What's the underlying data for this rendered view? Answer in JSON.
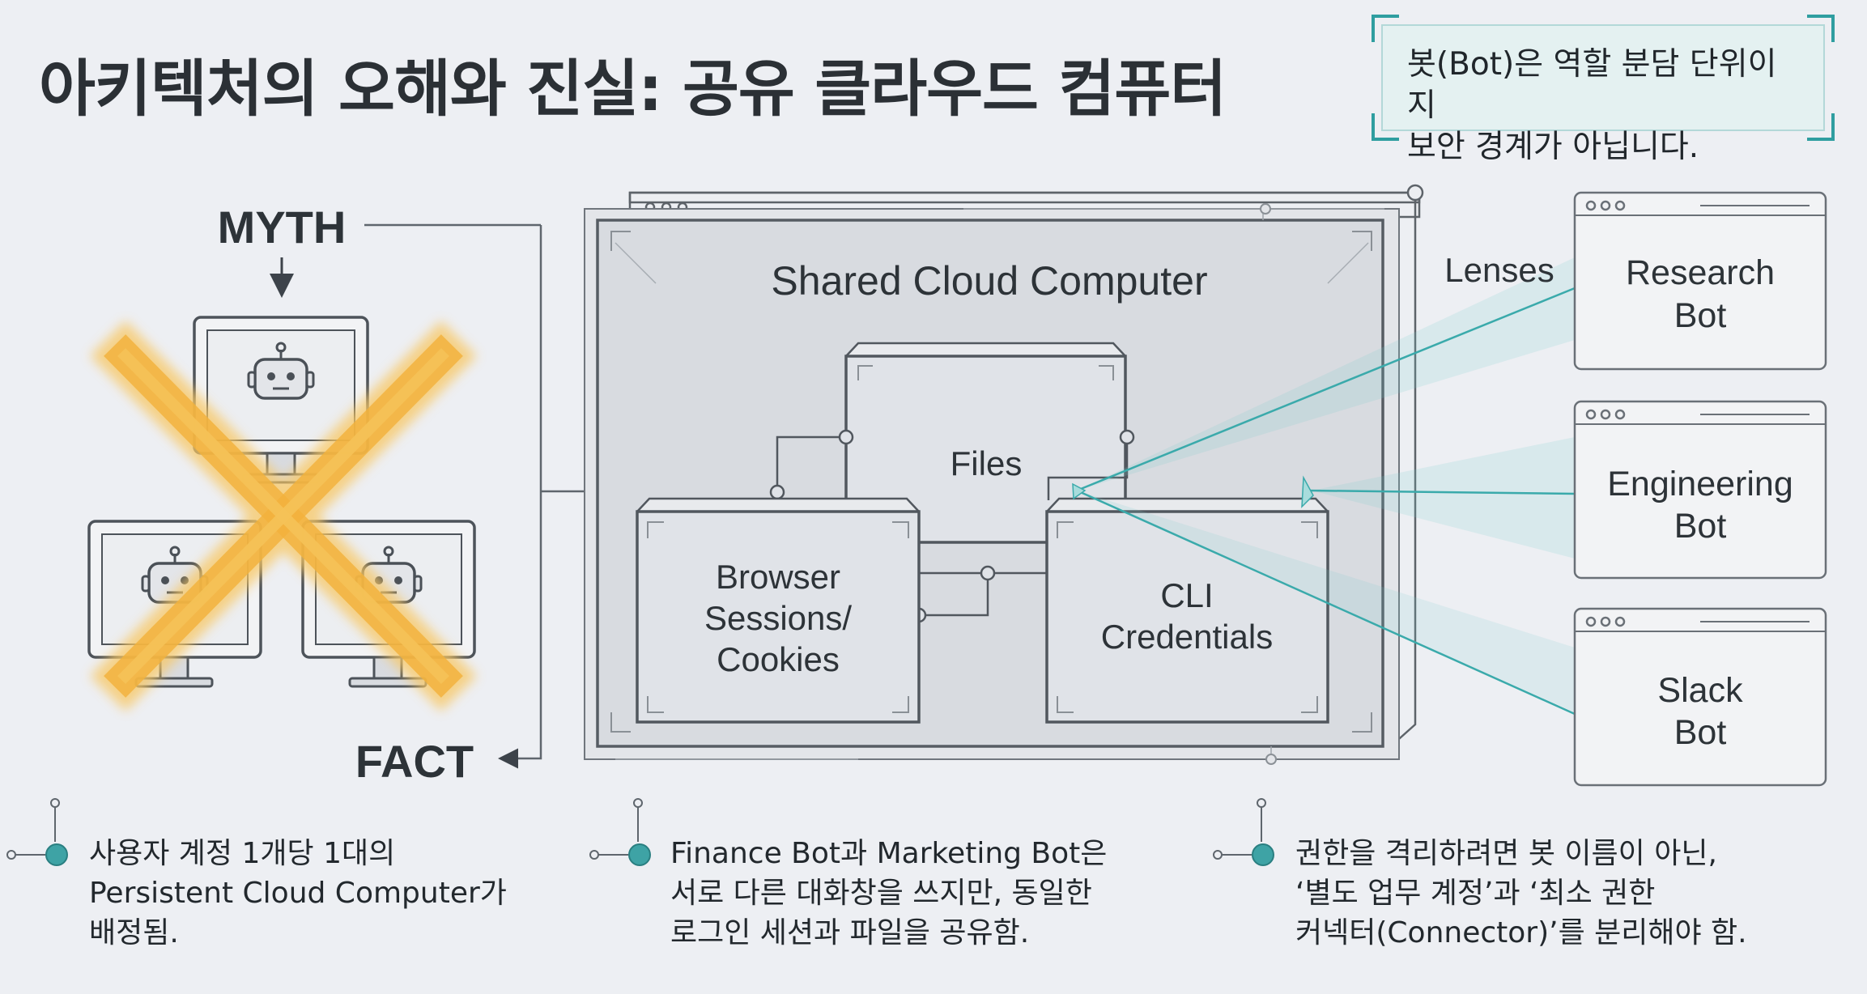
{
  "title": "아키텍처의 오해와 진실: 공유 클라우드 컴퓨터",
  "callout": {
    "line1": "봇(Bot)은 역할 분담 단위이지",
    "line2": "보안 경계가 아닙니다."
  },
  "myth": {
    "label": "MYTH"
  },
  "fact": {
    "label": "FACT"
  },
  "shared_computer": {
    "title": "Shared Cloud Computer",
    "files": "Files",
    "browser": [
      "Browser",
      "Sessions/",
      "Cookies"
    ],
    "cli": [
      "CLI",
      "Credentials"
    ]
  },
  "lenses": {
    "label": "Lenses",
    "bots": [
      {
        "line1": "Research",
        "line2": "Bot"
      },
      {
        "line1": "Engineering",
        "line2": "Bot"
      },
      {
        "line1": "Slack",
        "line2": "Bot"
      }
    ]
  },
  "points": [
    {
      "lines": [
        "사용자 계정 1개당 1대의",
        "Persistent Cloud Computer가",
        "배정됨."
      ]
    },
    {
      "lines": [
        "Finance Bot과 Marketing Bot은",
        "서로 다른 대화창을 쓰지만, 동일한",
        "로그인 세션과 파일을 공유함."
      ]
    },
    {
      "lines": [
        "권한을 격리하려면 봇 이름이 아닌,",
        "‘별도 업무 계정’과 ‘최소 권한",
        "커넥터(Connector)’를 분리해야 함."
      ]
    }
  ],
  "colors": {
    "accent": "#2f9ea0",
    "cross": "#f4b740",
    "frame": "#5d6369",
    "panel": "#d8dbe0",
    "box": "#e0e3e8"
  }
}
